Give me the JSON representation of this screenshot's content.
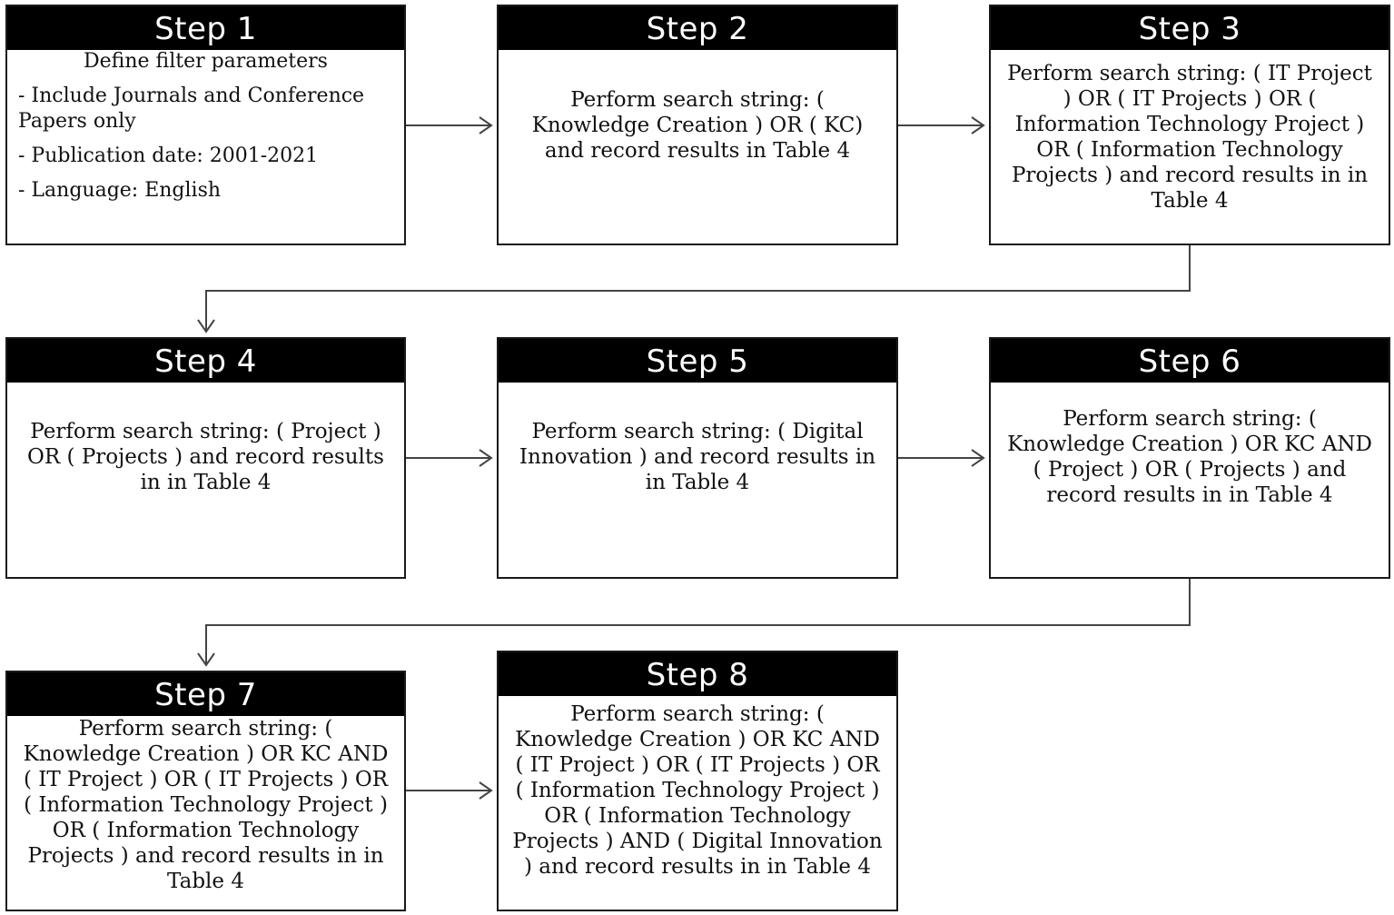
{
  "steps": [
    {
      "id": 1,
      "title": "Step 1",
      "heading": "Define filter parameters",
      "bullets": [
        "- Include Journals and Conference Papers only",
        "- Publication date: 2001-2021",
        "- Language: English"
      ]
    },
    {
      "id": 2,
      "title": "Step 2",
      "text": "Perform search string: ( Knowledge Creation ) OR ( KC)  and record results in Table 4"
    },
    {
      "id": 3,
      "title": "Step 3",
      "text": "Perform search string: ( IT Project ) OR ( IT Projects ) OR ( Information Technology Project ) OR ( Information Technology Projects ) and record results in in Table 4"
    },
    {
      "id": 4,
      "title": "Step 4",
      "text": "Perform search string: ( Project ) OR ( Projects ) and record results in in Table 4"
    },
    {
      "id": 5,
      "title": "Step 5",
      "text": "Perform search string: ( Digital Innovation ) and record results in in Table 4"
    },
    {
      "id": 6,
      "title": "Step 6",
      "text": "Perform search string: ( Knowledge Creation ) OR KC AND ( Project ) OR ( Projects ) and record results in in Table 4"
    },
    {
      "id": 7,
      "title": "Step 7",
      "text": "Perform search string: ( Knowledge Creation ) OR KC AND ( IT Project ) OR ( IT Projects ) OR ( Information Technology Project ) OR ( Information Technology Projects ) and record results in in Table 4"
    },
    {
      "id": 8,
      "title": "Step 8",
      "text": "Perform search string: ( Knowledge Creation ) OR KC AND ( IT Project ) OR ( IT Projects ) OR ( Information Technology Project ) OR ( Information Technology Projects ) AND ( Digital Innovation ) and record results in in Table 4"
    }
  ],
  "colors": {
    "header_bg": "#000000",
    "header_text": "#ffffff",
    "border": "#1a1a1a",
    "arrow": "#444444"
  }
}
